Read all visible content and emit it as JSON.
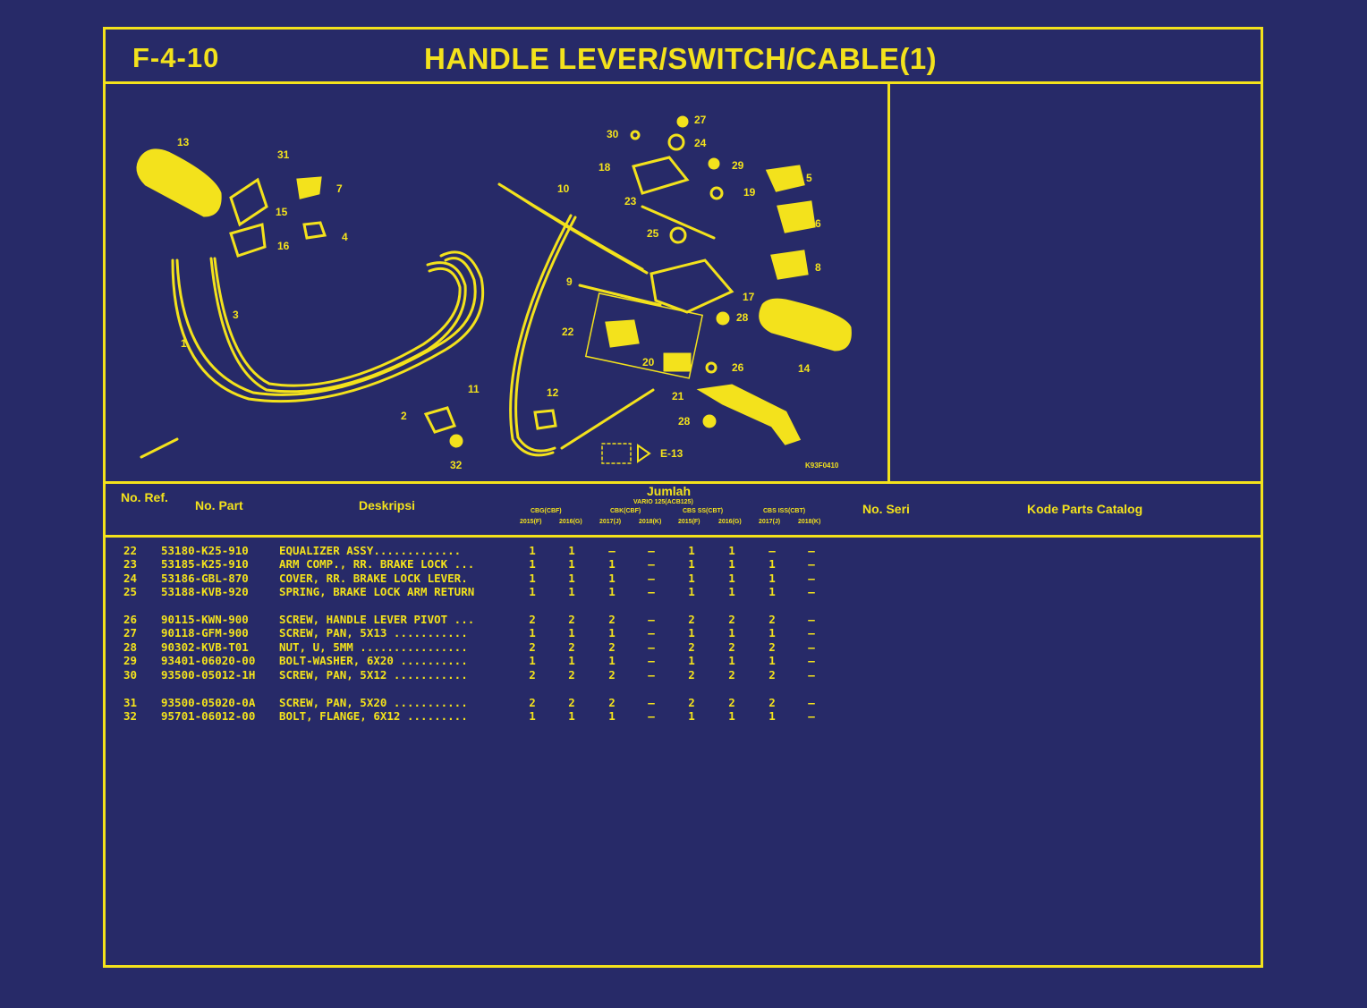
{
  "page": {
    "code": "F-4-10",
    "title": "HANDLE LEVER/SWITCH/CABLE(1)"
  },
  "diagram": {
    "callouts": [
      "13",
      "31",
      "7",
      "15",
      "4",
      "16",
      "3",
      "1",
      "2",
      "32",
      "10",
      "30",
      "27",
      "24",
      "18",
      "29",
      "19",
      "23",
      "5",
      "6",
      "25",
      "20",
      "8",
      "9",
      "17",
      "28",
      "22",
      "14",
      "26",
      "11",
      "12",
      "21",
      "28",
      "E-13"
    ],
    "figure_code": "K93F0410",
    "colors": {
      "line": "#f3e21c",
      "background": "#272a68"
    }
  },
  "table": {
    "headers": {
      "ref": "No. Ref.",
      "part": "No. Part",
      "desc": "Deskripsi",
      "qty": "Jumlah",
      "qty_sub": "VARIO 125(ACB125)",
      "serial": "No. Seri",
      "catalog": "Kode Parts Catalog"
    },
    "models": [
      "CBG(CBF)",
      "CBK(CBF)",
      "CBS SS(CBT)",
      "CBS ISS(CBT)"
    ],
    "years": [
      "2015(F)",
      "2016(G)",
      "2017(J)",
      "2018(K)",
      "2015(F)",
      "2016(G)",
      "2017(J)",
      "2018(K)"
    ],
    "rows": [
      {
        "ref": "22",
        "part": "53180-K25-910",
        "desc": "EQUALIZER ASSY.............",
        "q": [
          "1",
          "1",
          "–",
          "–",
          "1",
          "1",
          "–",
          "–"
        ]
      },
      {
        "ref": "23",
        "part": "53185-K25-910",
        "desc": "ARM COMP., RR. BRAKE LOCK ...",
        "q": [
          "1",
          "1",
          "1",
          "–",
          "1",
          "1",
          "1",
          "–"
        ]
      },
      {
        "ref": "24",
        "part": "53186-GBL-870",
        "desc": "COVER, RR. BRAKE LOCK LEVER.",
        "q": [
          "1",
          "1",
          "1",
          "–",
          "1",
          "1",
          "1",
          "–"
        ]
      },
      {
        "ref": "25",
        "part": "53188-KVB-920",
        "desc": "SPRING, BRAKE LOCK ARM RETURN",
        "q": [
          "1",
          "1",
          "1",
          "–",
          "1",
          "1",
          "1",
          "–"
        ]
      },
      {
        "ref": "26",
        "part": "90115-KWN-900",
        "desc": "SCREW, HANDLE LEVER PIVOT ...",
        "q": [
          "2",
          "2",
          "2",
          "–",
          "2",
          "2",
          "2",
          "–"
        ]
      },
      {
        "ref": "27",
        "part": "90118-GFM-900",
        "desc": "SCREW, PAN, 5X13 ...........",
        "q": [
          "1",
          "1",
          "1",
          "–",
          "1",
          "1",
          "1",
          "–"
        ]
      },
      {
        "ref": "28",
        "part": "90302-KVB-T01",
        "desc": "NUT, U, 5MM ................",
        "q": [
          "2",
          "2",
          "2",
          "–",
          "2",
          "2",
          "2",
          "–"
        ]
      },
      {
        "ref": "29",
        "part": "93401-06020-00",
        "desc": "BOLT-WASHER, 6X20 ..........",
        "q": [
          "1",
          "1",
          "1",
          "–",
          "1",
          "1",
          "1",
          "–"
        ]
      },
      {
        "ref": "30",
        "part": "93500-05012-1H",
        "desc": "SCREW, PAN, 5X12 ...........",
        "q": [
          "2",
          "2",
          "2",
          "–",
          "2",
          "2",
          "2",
          "–"
        ]
      },
      {
        "ref": "31",
        "part": "93500-05020-0A",
        "desc": "SCREW, PAN, 5X20 ...........",
        "q": [
          "2",
          "2",
          "2",
          "–",
          "2",
          "2",
          "2",
          "–"
        ]
      },
      {
        "ref": "32",
        "part": "95701-06012-00",
        "desc": "BOLT, FLANGE, 6X12 .........",
        "q": [
          "1",
          "1",
          "1",
          "–",
          "1",
          "1",
          "1",
          "–"
        ]
      }
    ]
  }
}
